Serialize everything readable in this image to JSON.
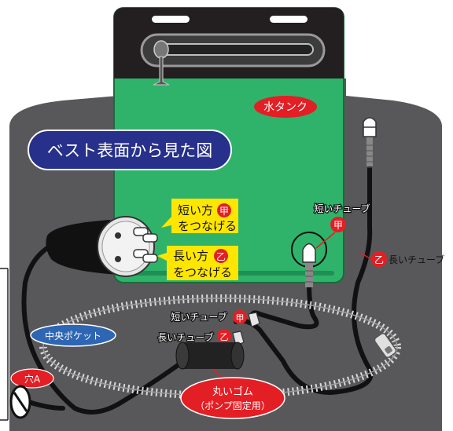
{
  "title": "ベスト表面から見た図",
  "water_tank": "水タンク",
  "yellow_labels": {
    "short_line1": "短い方",
    "short_line2": "をつなげる",
    "long_line1": "長い方",
    "long_line2": "をつなげる"
  },
  "markers": {
    "kou": "甲",
    "otsu": "乙"
  },
  "tube_labels": {
    "short_top": "短いチューブ",
    "long_right": "長いチューブ",
    "short_center": "短いチューブ",
    "long_center": "長いチューブ"
  },
  "center_pocket": "中央ポケット",
  "hole_a": "穴A",
  "rubber_line1": "丸いゴム",
  "rubber_line2": "（ポンプ固定用）",
  "colors": {
    "vest": "#58585a",
    "tank": "#2fb36b",
    "tank_top": "#231f20",
    "title_bg": "#27308a",
    "red": "#e31e24",
    "yellow": "#ffe600",
    "pocket_blue": "#2e66b3",
    "zipper": "#d9d9d9"
  }
}
